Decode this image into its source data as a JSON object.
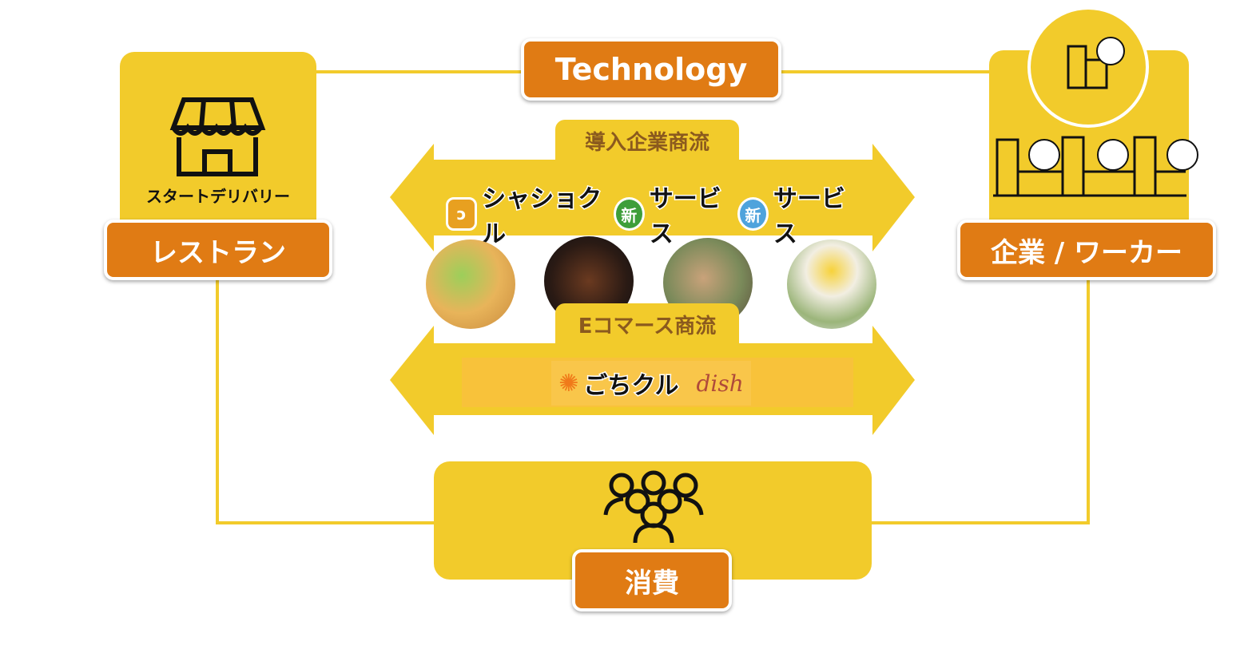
{
  "technology_label": "Technology",
  "restaurant": {
    "brand": "スタートデリバリー",
    "label": "レストラン",
    "icon": "storefront-icon"
  },
  "company": {
    "label": "企業 / ワーカー",
    "icon": "buildings-workers-icon"
  },
  "corporate_flow": {
    "title": "導入企業商流",
    "services": [
      {
        "name": "シャショクル",
        "badge_color": "#E8A020"
      },
      {
        "name": "サービス",
        "badge": "新",
        "badge_color": "#3E9E3A"
      },
      {
        "name": "サービス",
        "badge": "新",
        "badge_color": "#4FA3DC"
      }
    ]
  },
  "ecommerce_flow": {
    "title": "Eコマース商流",
    "services": [
      {
        "name": "ごちクル"
      },
      {
        "name": "dish"
      }
    ]
  },
  "consumption": {
    "label": "消費",
    "icon": "people-group-icon"
  },
  "colors": {
    "yellow": "#F2CB2B",
    "orange": "#E07B14",
    "brown": "#8B5A1E"
  }
}
